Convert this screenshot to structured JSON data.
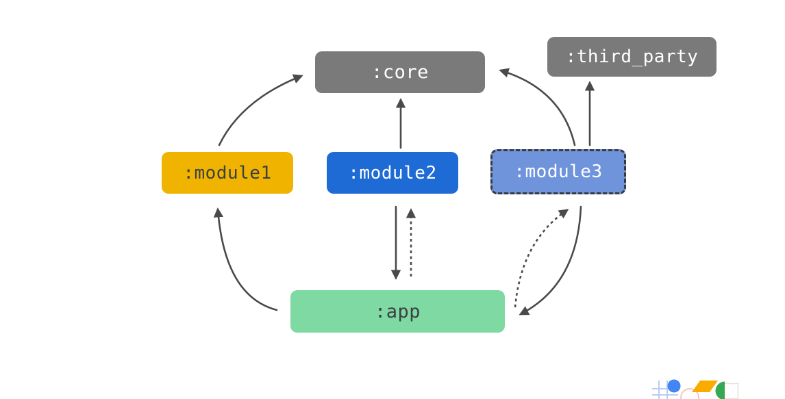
{
  "diagram": {
    "background": "#ffffff",
    "arrow_color": "#4a4a4a",
    "nodes": [
      {
        "id": "core",
        "label": ":core",
        "fill": "#7a7a7a",
        "text_color": "#ffffff",
        "border_style": "none"
      },
      {
        "id": "third_party",
        "label": ":third_party",
        "fill": "#7a7a7a",
        "text_color": "#ffffff",
        "border_style": "none"
      },
      {
        "id": "module1",
        "label": ":module1",
        "fill": "#f0b400",
        "text_color": "#3c4043",
        "border_style": "none"
      },
      {
        "id": "module2",
        "label": ":module2",
        "fill": "#1e6bd6",
        "text_color": "#ffffff",
        "border_style": "none"
      },
      {
        "id": "module3",
        "label": ":module3",
        "fill": "#6f94dc",
        "text_color": "#ffffff",
        "border_style": "dashed"
      },
      {
        "id": "app",
        "label": ":app",
        "fill": "#7fd9a2",
        "text_color": "#3c4043",
        "border_style": "none"
      }
    ],
    "edges": [
      {
        "from": ":module1",
        "to": ":core",
        "style": "solid"
      },
      {
        "from": ":module2",
        "to": ":core",
        "style": "solid"
      },
      {
        "from": ":module3",
        "to": ":core",
        "style": "solid"
      },
      {
        "from": ":module3",
        "to": ":third_party",
        "style": "solid"
      },
      {
        "from": ":app",
        "to": ":module1",
        "style": "solid"
      },
      {
        "from": ":module2",
        "to": ":app",
        "style": "solid"
      },
      {
        "from": ":app",
        "to": ":module2",
        "style": "dashed"
      },
      {
        "from": ":module3",
        "to": ":app",
        "style": "solid"
      },
      {
        "from": ":app",
        "to": ":module3",
        "style": "dashed"
      }
    ],
    "logo_colors": {
      "blue": "#4285f4",
      "yellow": "#f9ab00",
      "green": "#34a853",
      "pink": "#f4c6c0",
      "light_blue": "#b9cdf2"
    }
  }
}
